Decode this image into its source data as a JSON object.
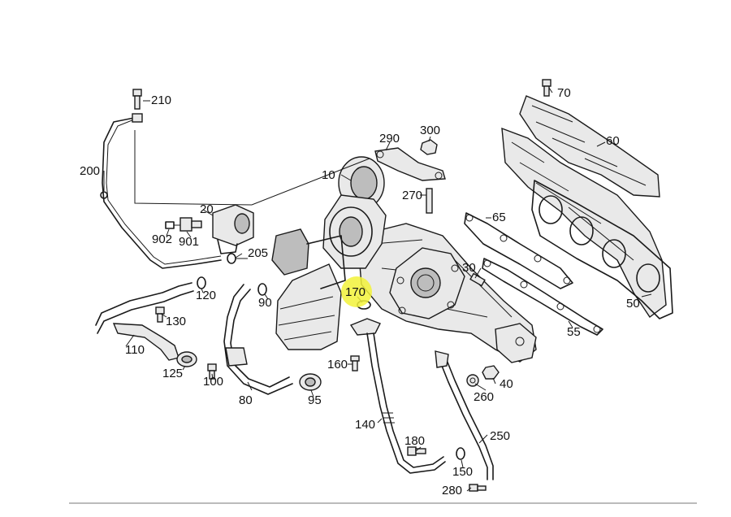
{
  "labels": {
    "p10": "10",
    "p20": "20",
    "p30": "30",
    "p40": "40",
    "p50": "50",
    "p55": "55",
    "p60": "60",
    "p65": "65",
    "p70": "70",
    "p80": "80",
    "p90": "90",
    "p95": "95",
    "p100": "100",
    "p110": "110",
    "p120": "120",
    "p125": "125",
    "p130": "130",
    "p140": "140",
    "p150": "150",
    "p160": "160",
    "p170": "170",
    "p180": "180",
    "p200": "200",
    "p205": "205",
    "p210": "210",
    "p250": "250",
    "p260": "260",
    "p270": "270",
    "p280": "280",
    "p290": "290",
    "p300": "300",
    "p901": "901",
    "p902": "902"
  },
  "highlight": {
    "label": "170",
    "color": "#f2f23a"
  }
}
